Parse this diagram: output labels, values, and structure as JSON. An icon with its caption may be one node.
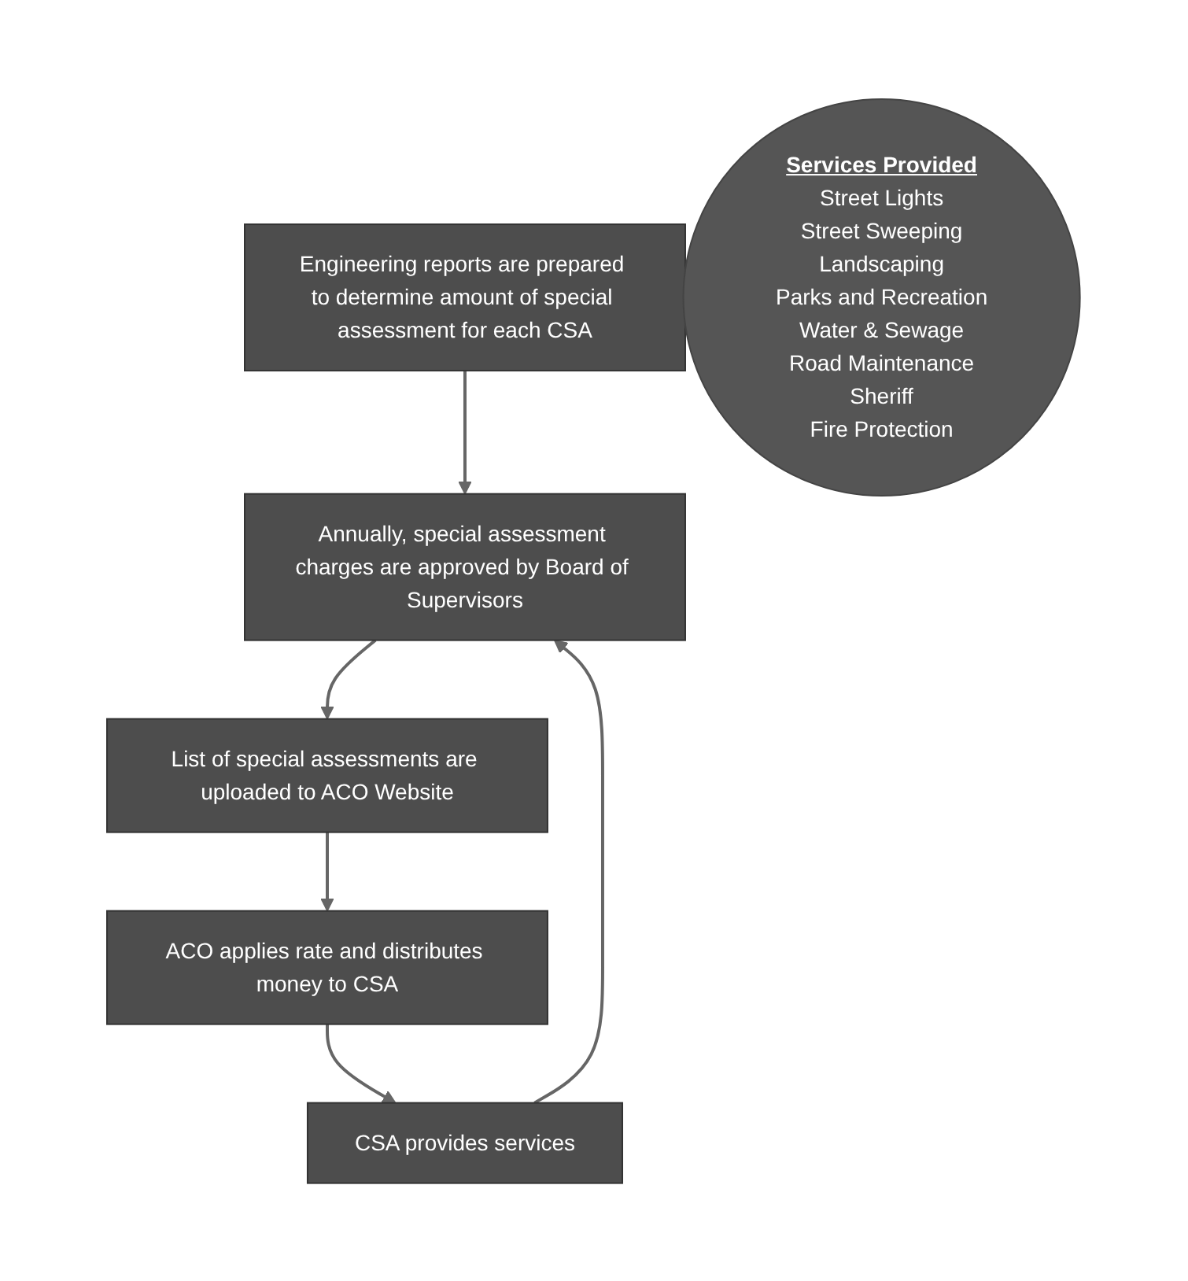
{
  "diagram": {
    "nodes": [
      {
        "text": [
          "Engineering reports are prepared to determine amount of special assessment for each CSA"
        ]
      },
      {
        "text": [
          "Annually, special assessment charges are approved by Board of Supervisors"
        ]
      },
      {
        "text": [
          "List of special assessments are uploaded to ACO Website"
        ]
      },
      {
        "text": [
          "ACO applies rate and distributes money to CSA"
        ]
      },
      {
        "text": [
          "CSA provides services"
        ]
      },
      {
        "text": [
          "Services Provided",
          "Street Lights",
          "Street Sweeping",
          "Landscaping",
          "Parks and Recreation",
          "Water & Sewage",
          "Road Maintenance",
          "Sheriff",
          "Fire Protection"
        ]
      }
    ],
    "edges": [
      {
        "from": 0,
        "to": 1,
        "arrow": "to"
      },
      {
        "from": 1,
        "to": 2,
        "arrow": "to"
      },
      {
        "from": 2,
        "to": 3,
        "arrow": "to"
      },
      {
        "from": 3,
        "to": 4,
        "arrow": "to"
      },
      {
        "from": 4,
        "to": 1,
        "arrow": "to"
      }
    ]
  }
}
